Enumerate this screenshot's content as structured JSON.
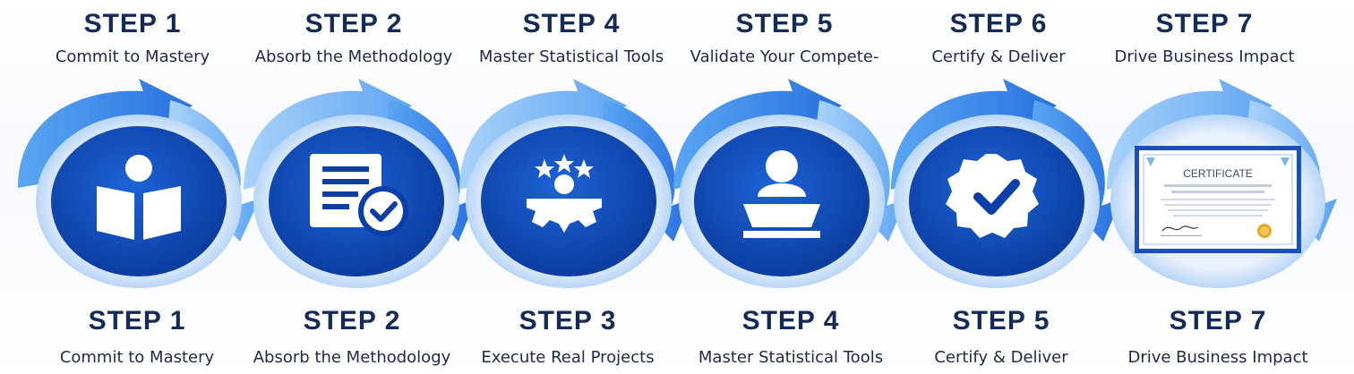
{
  "top_steps": [
    {
      "title": "STEP 1",
      "subtitle": "Commit to Mastery"
    },
    {
      "title": "STEP 2",
      "subtitle": "Absorb the Methodology"
    },
    {
      "title": "STEP 4",
      "subtitle": "Master Statistical Tools"
    },
    {
      "title": "STEP 5",
      "subtitle": "Validate Your Compete-"
    },
    {
      "title": "STEP 6",
      "subtitle": "Certify & Deliver"
    },
    {
      "title": "STEP 7",
      "subtitle": "Drive Business Impact"
    }
  ],
  "bottom_steps": [
    {
      "title": "STEP 1",
      "subtitle": "Commit to Mastery"
    },
    {
      "title": "STEP 2",
      "subtitle": "Absorb the Methodology"
    },
    {
      "title": "STEP 3",
      "subtitle": "Execute Real Projects"
    },
    {
      "title": "STEP 4",
      "subtitle": "Master Statistical Tools"
    },
    {
      "title": "STEP 5",
      "subtitle": "Certify & Deliver"
    },
    {
      "title": "STEP 7",
      "subtitle": "Drive Business Impact"
    }
  ],
  "icons": [
    "reader-book-icon",
    "checklist-document-icon",
    "gear-team-stars-icon",
    "person-at-desk-icon",
    "badge-checkmark-icon",
    "certificate-icon"
  ],
  "certificate": {
    "heading": "CERTIFICATE"
  },
  "colors": {
    "title": "#142a57",
    "circle_dark": "#0b3fa8",
    "circle_mid": "#1a5fd0",
    "arrow_light": "#6fb4f5",
    "arrow_dark": "#2a78e4"
  }
}
